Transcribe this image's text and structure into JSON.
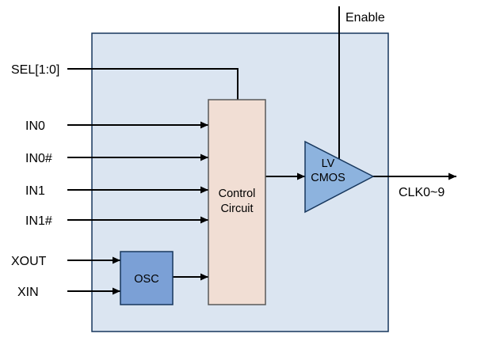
{
  "labels": {
    "enable": "Enable",
    "sel": "SEL[1:0]",
    "in0": "IN0",
    "in0n": "IN0#",
    "in1": "IN1",
    "in1n": "IN1#",
    "xout": "XOUT",
    "xin": "XIN",
    "clk": "CLK0~9"
  },
  "blocks": {
    "control": {
      "line1": "Control",
      "line2": "Circuit"
    },
    "osc": {
      "label": "OSC"
    },
    "buffer": {
      "line1": "LV",
      "line2": "CMOS"
    }
  },
  "colors": {
    "chip_fill": "#dbe5f1",
    "chip_stroke": "#17375d",
    "control_fill": "#f1ded4",
    "control_stroke": "#595959",
    "osc_fill": "#7ba0d6",
    "osc_stroke": "#17375d",
    "buffer_fill": "#8db3de",
    "buffer_stroke": "#17375d",
    "line": "#000000"
  }
}
